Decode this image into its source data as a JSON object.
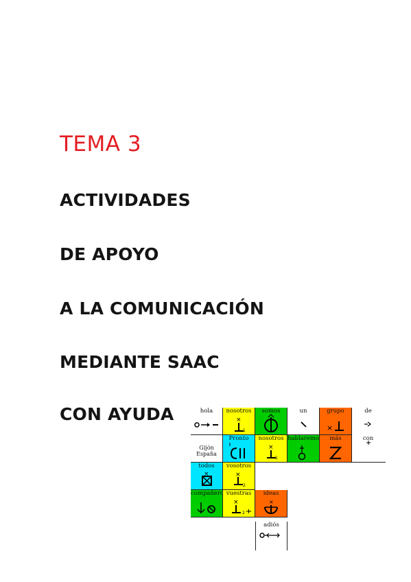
{
  "document": {
    "tema": "TEMA 3",
    "lines": [
      "ACTIVIDADES",
      "DE APOYO",
      "A LA COMUNICACIÓN",
      "MEDIANTE SAAC",
      "CON AYUDA"
    ]
  },
  "colors": {
    "title_red": "#e31d23",
    "text": "#141414",
    "yellow": "#ffff00",
    "green": "#00cc00",
    "orange": "#ff6600",
    "cyan": "#00e5ff"
  },
  "symbols": {
    "r1": [
      "hola",
      "nosotros",
      "somos",
      "un",
      "grupo",
      "de"
    ],
    "r2": [
      "Gijón España",
      "Pronto",
      "nosotros",
      "hablaremos",
      "más",
      "con"
    ],
    "r3": [
      "todos",
      "vosotros"
    ],
    "r4": [
      "compañeros",
      "vuestras",
      "ideas"
    ],
    "r5": [
      "adiós"
    ]
  }
}
